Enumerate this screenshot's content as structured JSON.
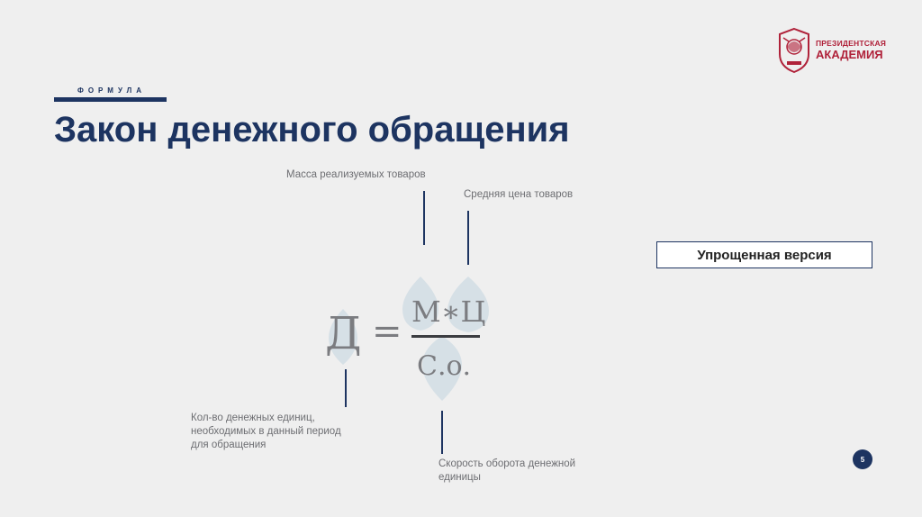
{
  "header": {
    "section_label": "ФОРМУЛА",
    "title": "Закон денежного обращения"
  },
  "logo": {
    "line1": "ПРЕЗИДЕНТСКАЯ",
    "line2": "АКАДЕМИЯ",
    "emblem_icon": "academy-emblem-icon",
    "color": "#b0223a"
  },
  "formula": {
    "lhs": "Д",
    "equals": "=",
    "numerator": "М∗Ц",
    "denominator": "С.о."
  },
  "annotations": {
    "mass": "Масса реализуемых товаров",
    "price": "Средняя цена товаров",
    "money_units": [
      "Кол-во денежных единиц,",
      "необходимых в данный период",
      "для обращения"
    ],
    "velocity": [
      "Скорость оборота денежной",
      "единицы"
    ]
  },
  "simplified_label": "Упрощенная версия",
  "page_number": "5",
  "colors": {
    "accent": "#1d3461",
    "background": "#efefef",
    "drop": "#d6e0e6"
  }
}
